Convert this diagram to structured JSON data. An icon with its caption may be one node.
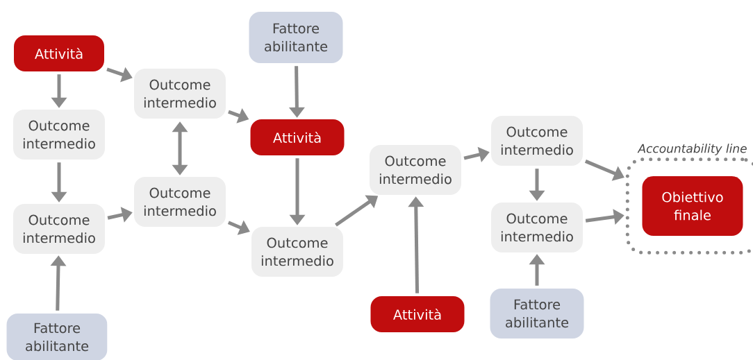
{
  "diagram": {
    "nodes": [
      {
        "text": [
          "Attività"
        ]
      },
      {
        "text": [
          "Fattore abilitante"
        ]
      },
      {
        "text": [
          "Outcome intermedio"
        ]
      },
      {
        "text": [
          "Outcome intermedio"
        ]
      },
      {
        "text": [
          "Attività"
        ]
      },
      {
        "text": [
          "Outcome intermedio"
        ]
      },
      {
        "text": [
          "Outcome intermedio"
        ]
      },
      {
        "text": [
          "Outcome intermedio"
        ]
      },
      {
        "text": [
          "Outcome intermedio"
        ]
      },
      {
        "text": [
          "Outcome intermedio"
        ]
      },
      {
        "text": [
          "Accountability line"
        ]
      },
      {
        "text": [
          "Obiettivo finale"
        ],
        "in": 10
      },
      {
        "text": [
          "Outcome intermedio"
        ]
      },
      {
        "text": [
          "Fattore abilitante"
        ]
      },
      {
        "text": [
          "Attività"
        ]
      },
      {
        "text": [
          "Fattore abilitante"
        ]
      }
    ],
    "edges": [
      {
        "from": 0,
        "to": 3,
        "arrow": "to"
      },
      {
        "from": 0,
        "to": 2,
        "arrow": "to"
      },
      {
        "from": 3,
        "to": 6,
        "arrow": "to"
      },
      {
        "from": 2,
        "to": 5,
        "arrow": "both"
      },
      {
        "from": 2,
        "to": 4,
        "arrow": "to"
      },
      {
        "from": 6,
        "to": 5,
        "arrow": "to"
      },
      {
        "from": 13,
        "to": 6,
        "arrow": "to"
      },
      {
        "from": 5,
        "to": 7,
        "arrow": "to"
      },
      {
        "from": 1,
        "to": 4,
        "arrow": "to"
      },
      {
        "from": 4,
        "to": 7,
        "arrow": "to"
      },
      {
        "from": 7,
        "to": 8,
        "arrow": "to"
      },
      {
        "from": 14,
        "to": 8,
        "arrow": "to"
      },
      {
        "from": 8,
        "to": 9,
        "arrow": "to"
      },
      {
        "from": 9,
        "to": 12,
        "arrow": "to"
      },
      {
        "from": 9,
        "to": 10,
        "arrow": "to"
      },
      {
        "from": 12,
        "to": 10,
        "arrow": "to"
      },
      {
        "from": 15,
        "to": 12,
        "arrow": "to"
      }
    ]
  }
}
